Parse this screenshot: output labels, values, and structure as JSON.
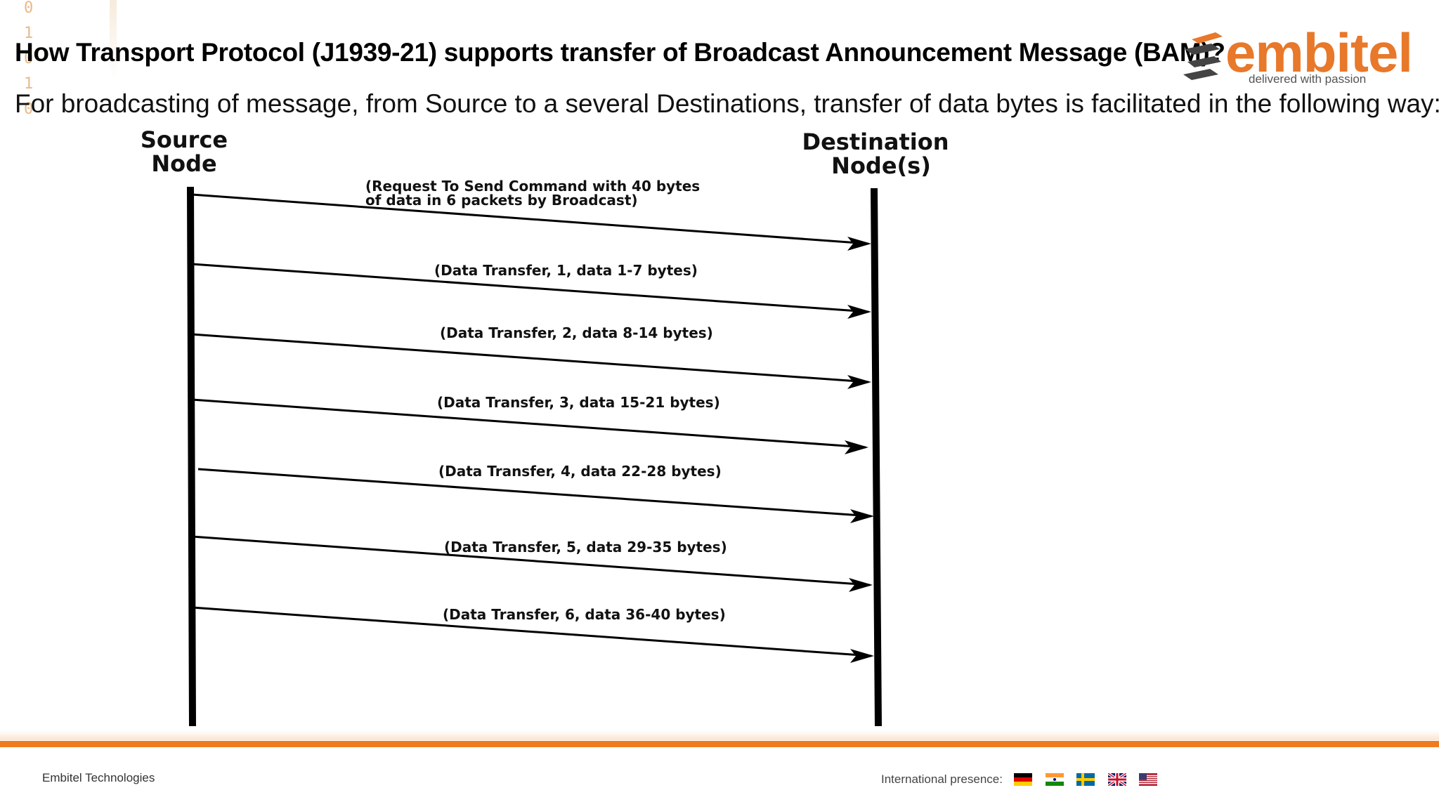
{
  "slide": {
    "title": "How Transport Protocol (J1939-21) supports transfer of Broadcast Announcement Message (BAM)?",
    "subtitle": "For broadcasting of message, from Source to a several Destinations, transfer of data bytes is facilitated in the following way:",
    "decor_digits": [
      "0",
      "1",
      "0",
      "1",
      "0"
    ]
  },
  "logo": {
    "word": "embitel",
    "tagline": "delivered with passion",
    "color": "#e8782a"
  },
  "diagram": {
    "source_label_line1": "Source",
    "source_label_line2": "Node",
    "dest_label_line1": "Destination",
    "dest_label_line2": "Node(s)",
    "messages": [
      {
        "line1": "(Request To Send Command with 40 bytes",
        "line2": "of data in 6 packets by Broadcast)"
      },
      {
        "line1": "(Data Transfer, 1, data 1-7 bytes)"
      },
      {
        "line1": "(Data Transfer, 2, data 8-14 bytes)"
      },
      {
        "line1": "(Data Transfer, 3, data 15-21 bytes)"
      },
      {
        "line1": "(Data Transfer, 4, data 22-28 bytes)"
      },
      {
        "line1": "(Data Transfer, 5, data 29-35 bytes)"
      },
      {
        "line1": "(Data Transfer, 6, data 36-40 bytes)"
      }
    ]
  },
  "footer": {
    "company": "Embitel Technologies",
    "international": "International presence:",
    "flags": [
      "germany-flag-icon",
      "india-flag-icon",
      "sweden-flag-icon",
      "uk-flag-icon",
      "usa-flag-icon"
    ],
    "accent_color": "#f07b1f"
  }
}
